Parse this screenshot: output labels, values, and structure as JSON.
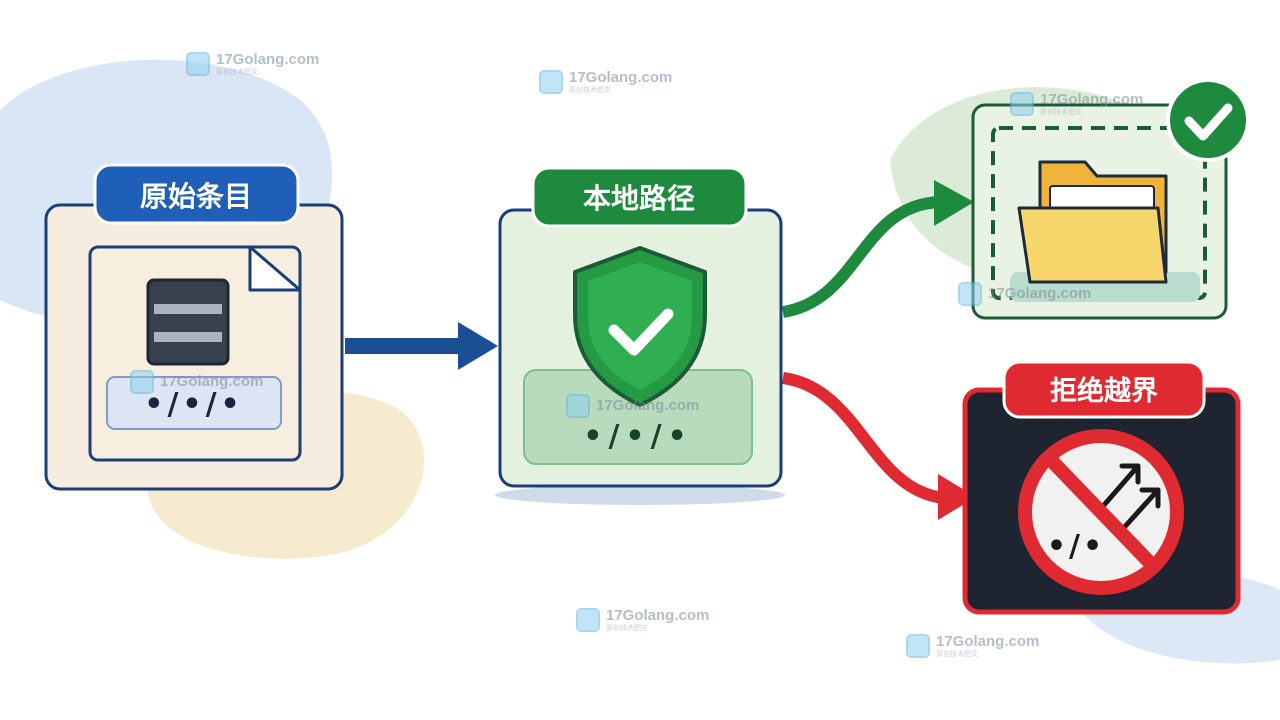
{
  "labels": {
    "original_entry": "原始条目",
    "local_path": "本地路径",
    "reject_out_of_bounds": "拒绝越界"
  },
  "path_symbols": {
    "original": "•/•/•",
    "local": "•/•/•",
    "blocked": "•/•"
  },
  "watermarks": [
    {
      "site": "17Golang.com",
      "sub": "原创技术图文"
    },
    {
      "site": "17Golang.com",
      "sub": "原创技术图文"
    },
    {
      "site": "17Golang.com",
      "sub": "原创技术图文"
    },
    {
      "site": "17Golang.com",
      "sub": ""
    },
    {
      "site": "17Golang.com",
      "sub": ""
    },
    {
      "site": "17Golang.com",
      "sub": ""
    },
    {
      "site": "17Golang.com",
      "sub": "原创技术图文"
    },
    {
      "site": "17Golang.com",
      "sub": "原创技术图文"
    }
  ],
  "colors": {
    "blue": "#1a4f94",
    "blue_label": "#1f5fb8",
    "green": "#1e8a3e",
    "green_dark": "#1d5a38",
    "red": "#e02a31",
    "dark_panel": "#1f2530"
  }
}
